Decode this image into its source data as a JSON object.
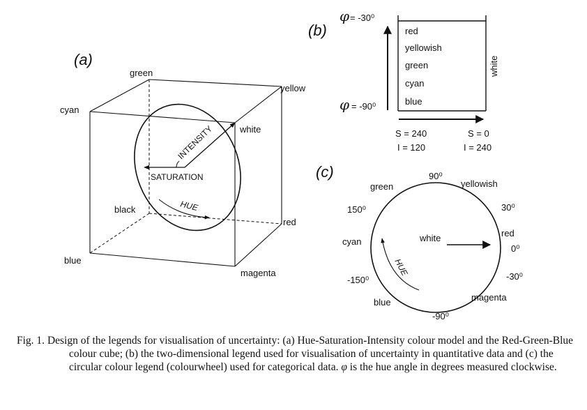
{
  "panel_a": {
    "tag": "(a)",
    "vertices": {
      "green": "green",
      "yellow": "yellow",
      "cyan": "cyan",
      "white": "white",
      "black": "black",
      "red": "red",
      "blue": "blue",
      "magenta": "magenta"
    },
    "intensity": "INTENSITY",
    "saturation": "SATURATION",
    "hue": "HUE"
  },
  "panel_b": {
    "tag": "(b)",
    "phi_symbol": "φ",
    "phi_top": "= -30⁰",
    "phi_bottom": "= -90⁰",
    "rows": [
      "red",
      "yellowish",
      "green",
      "cyan",
      "blue"
    ],
    "side_label": "white",
    "left_s": "S = 240",
    "left_i": "I = 120",
    "right_s": "S = 0",
    "right_i": "I = 240"
  },
  "panel_c": {
    "tag": "(c)",
    "green": "green",
    "deg90": "90⁰",
    "yellowish": "yellowish",
    "deg150": "150⁰",
    "deg30": "30⁰",
    "red": "red",
    "cyan": "cyan",
    "white": "white",
    "deg0": "0⁰",
    "hue": "HUE",
    "degm150": "-150⁰",
    "degm30": "-30⁰",
    "magenta": "magenta",
    "blue": "blue",
    "degm90": "-90⁰"
  },
  "caption": {
    "prefix": "Fig. 1.",
    "text_a": " Design of the legends for visualisation of uncertainty: (a) Hue-Saturation-Intensity colour model and the Red-Green-Blue colour cube; (b) the two-dimensional legend used for visualisation of uncertainty in quantitative data and (c) the circular colour legend (colourwheel) used for categorical data. ",
    "phi": "φ",
    "text_b": " is the hue angle in degrees measured clockwise."
  }
}
